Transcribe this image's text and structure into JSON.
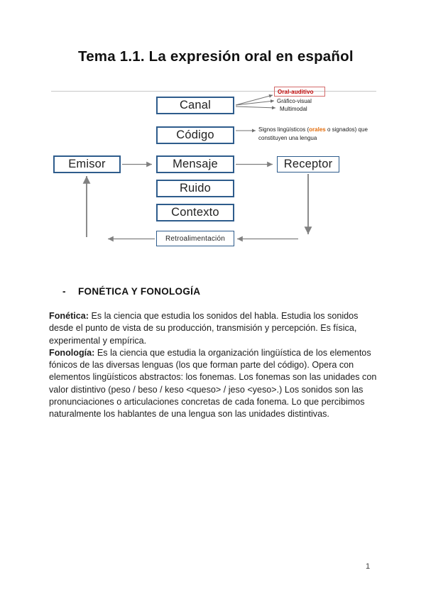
{
  "document": {
    "title": "Tema 1.1. La expresión oral en español",
    "page_number": "1"
  },
  "diagram": {
    "name": "modelo-de-comunicacion",
    "nodes": {
      "canal": "Canal",
      "codigo": "Código",
      "mensaje": "Mensaje",
      "ruido": "Ruido",
      "contexto": "Contexto",
      "retroalimentacion": "Retroalimentación",
      "emisor": "Emisor",
      "receptor": "Receptor"
    },
    "annotations": {
      "canal": {
        "highlighted": "Oral-auditivo",
        "second": "Gráfico-visual",
        "third": "Multimodal",
        "highlight_color": "#c00000",
        "box_border_color": "#d46a6a"
      },
      "codigo": {
        "line1_before": "Signos lingüísticos (",
        "line1_highlight": "orales",
        "line1_after": " o signados) que",
        "line2": "constituyen una lengua",
        "highlight_color": "#e36c0a"
      }
    },
    "box_border_color": "#2e5c8c"
  },
  "content": {
    "section_heading": "FONÉTICA Y FONOLOGÍA",
    "section_bullet": "-",
    "paragraphs": [
      {
        "term": "Fonética",
        "separator": ":",
        "text": " Es la ciencia que estudia los sonidos del habla. Estudia los sonidos desde el punto de vista de su producción, transmisión y percepción. Es física, experimental y empírica."
      },
      {
        "term": "Fonología",
        "separator": ":",
        "text": " Es la ciencia que estudia la organización lingüística de los elementos fónicos de las diversas lenguas (los que forman parte del código). Opera con elementos lingüísticos abstractos: los fonemas. Los fonemas son las unidades con valor distintivo (peso / beso / keso <queso> / jeso <yeso>.) Los sonidos son las pronunciaciones o articulaciones concretas de cada fonema. Lo que percibimos naturalmente los hablantes de una lengua son las unidades distintivas."
      }
    ]
  }
}
